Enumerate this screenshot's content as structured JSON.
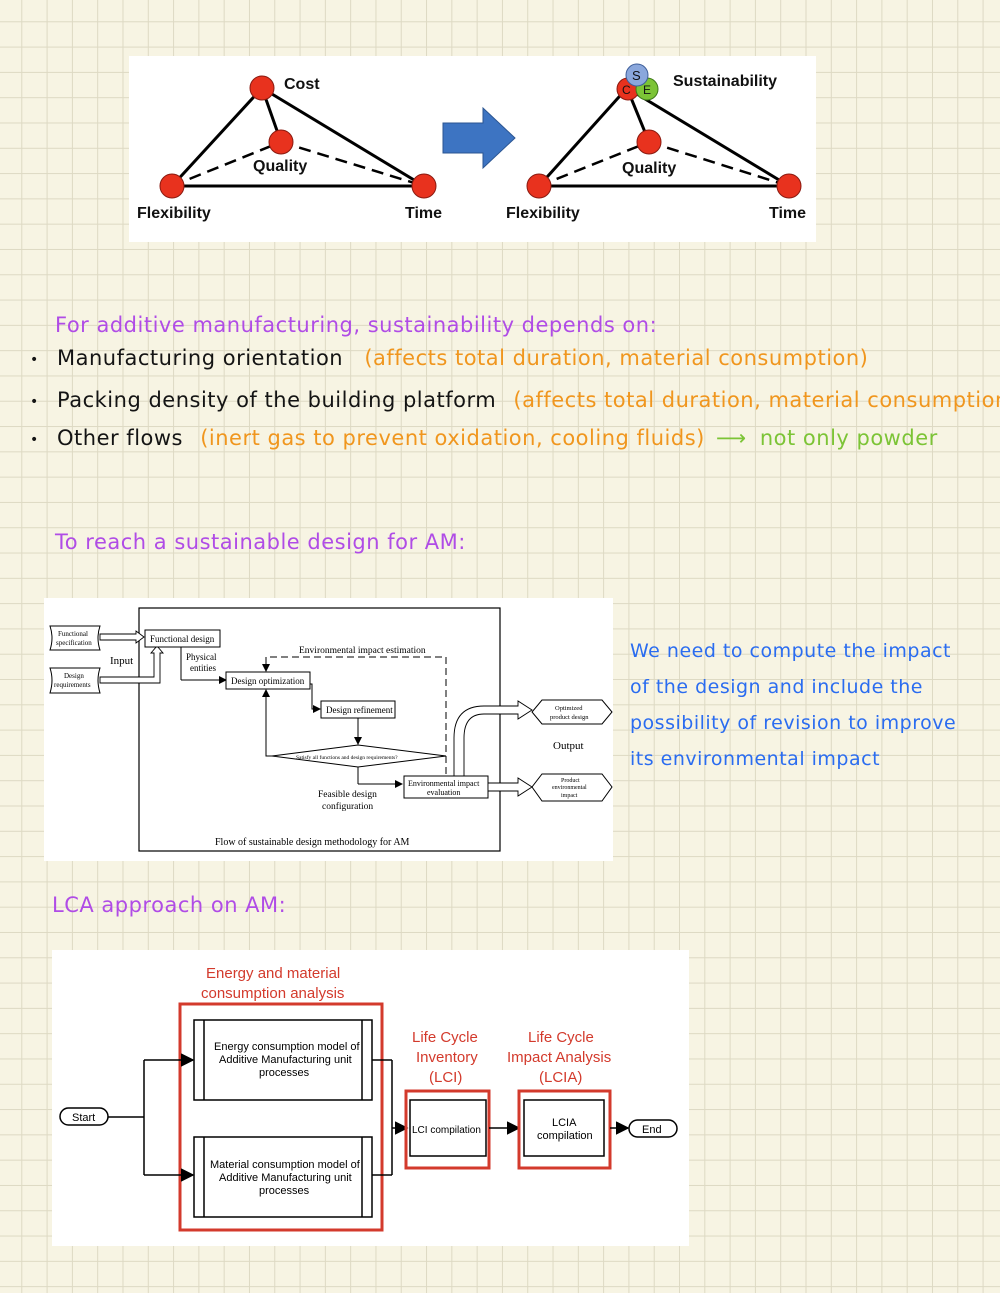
{
  "figure1": {
    "left": {
      "cost": "Cost",
      "quality": "Quality",
      "flexibility": "Flexibility",
      "time": "Time"
    },
    "right": {
      "sustainability": "Sustainability",
      "s": "S",
      "c": "C",
      "e": "E",
      "quality": "Quality",
      "flexibility": "Flexibility",
      "time": "Time"
    },
    "colors": {
      "node": "#e8321e",
      "arrow": "#3d74c2",
      "s_circle": "#8aa7dc",
      "e_circle": "#7cc436"
    }
  },
  "notes": {
    "heading1": "For additive manufacturing, sustainability depends on:",
    "bullets": [
      {
        "main": "Manufacturing orientation",
        "aside": "(affects total duration, material consumption)"
      },
      {
        "main": "Packing density of the building platform",
        "aside": "(affects total duration, material consumption)"
      },
      {
        "main": "Other flows",
        "aside": "(inert gas to prevent oxidation, cooling fluids)",
        "arrow": "⟶",
        "extra": "not only powder"
      }
    ],
    "bullet_mark": "•",
    "heading2": "To reach a sustainable design for AM:",
    "side_note": [
      "We need to compute the impact",
      "of the design and include the",
      "possibility of revision to improve",
      "its environmental impact"
    ],
    "heading3": "LCA approach on AM:"
  },
  "figure2": {
    "functional_spec": [
      "Functional",
      "specification"
    ],
    "design_req": [
      "Design",
      "requirements"
    ],
    "input": "Input",
    "functional_design": "Functional design",
    "physical_entities": [
      "Physical",
      "entities"
    ],
    "design_optimization": "Design optimization",
    "env_estimation": "Environmental impact estimation",
    "design_refinement": "Design refinement",
    "satisfy": "Satisfy all functions and design requirements?",
    "feasible": [
      "Feasible design",
      "configuration"
    ],
    "env_eval": [
      "Environmental impact",
      "evaluation"
    ],
    "optimized": [
      "Optimized",
      "product design"
    ],
    "output": "Output",
    "product_env": [
      "Product",
      "environmental",
      "impact"
    ],
    "caption": "Flow of sustainable design methodology for AM"
  },
  "figure3": {
    "energy_material": [
      "Energy and material",
      "consumption analysis"
    ],
    "energy_model": [
      "Energy consumption model of",
      "Additive Manufacturing unit",
      "processes"
    ],
    "material_model": [
      "Material consumption model of",
      "Additive Manufacturing unit",
      "processes"
    ],
    "start": "Start",
    "lci_title": [
      "Life Cycle",
      "Inventory",
      "(LCI)"
    ],
    "lci_box": "LCI compilation",
    "lcia_title": [
      "Life Cycle",
      "Impact Analysis",
      "(LCIA)"
    ],
    "lcia_box": [
      "LCIA",
      "compilation"
    ],
    "end": "End",
    "colors": {
      "red": "#d33a2c"
    }
  }
}
